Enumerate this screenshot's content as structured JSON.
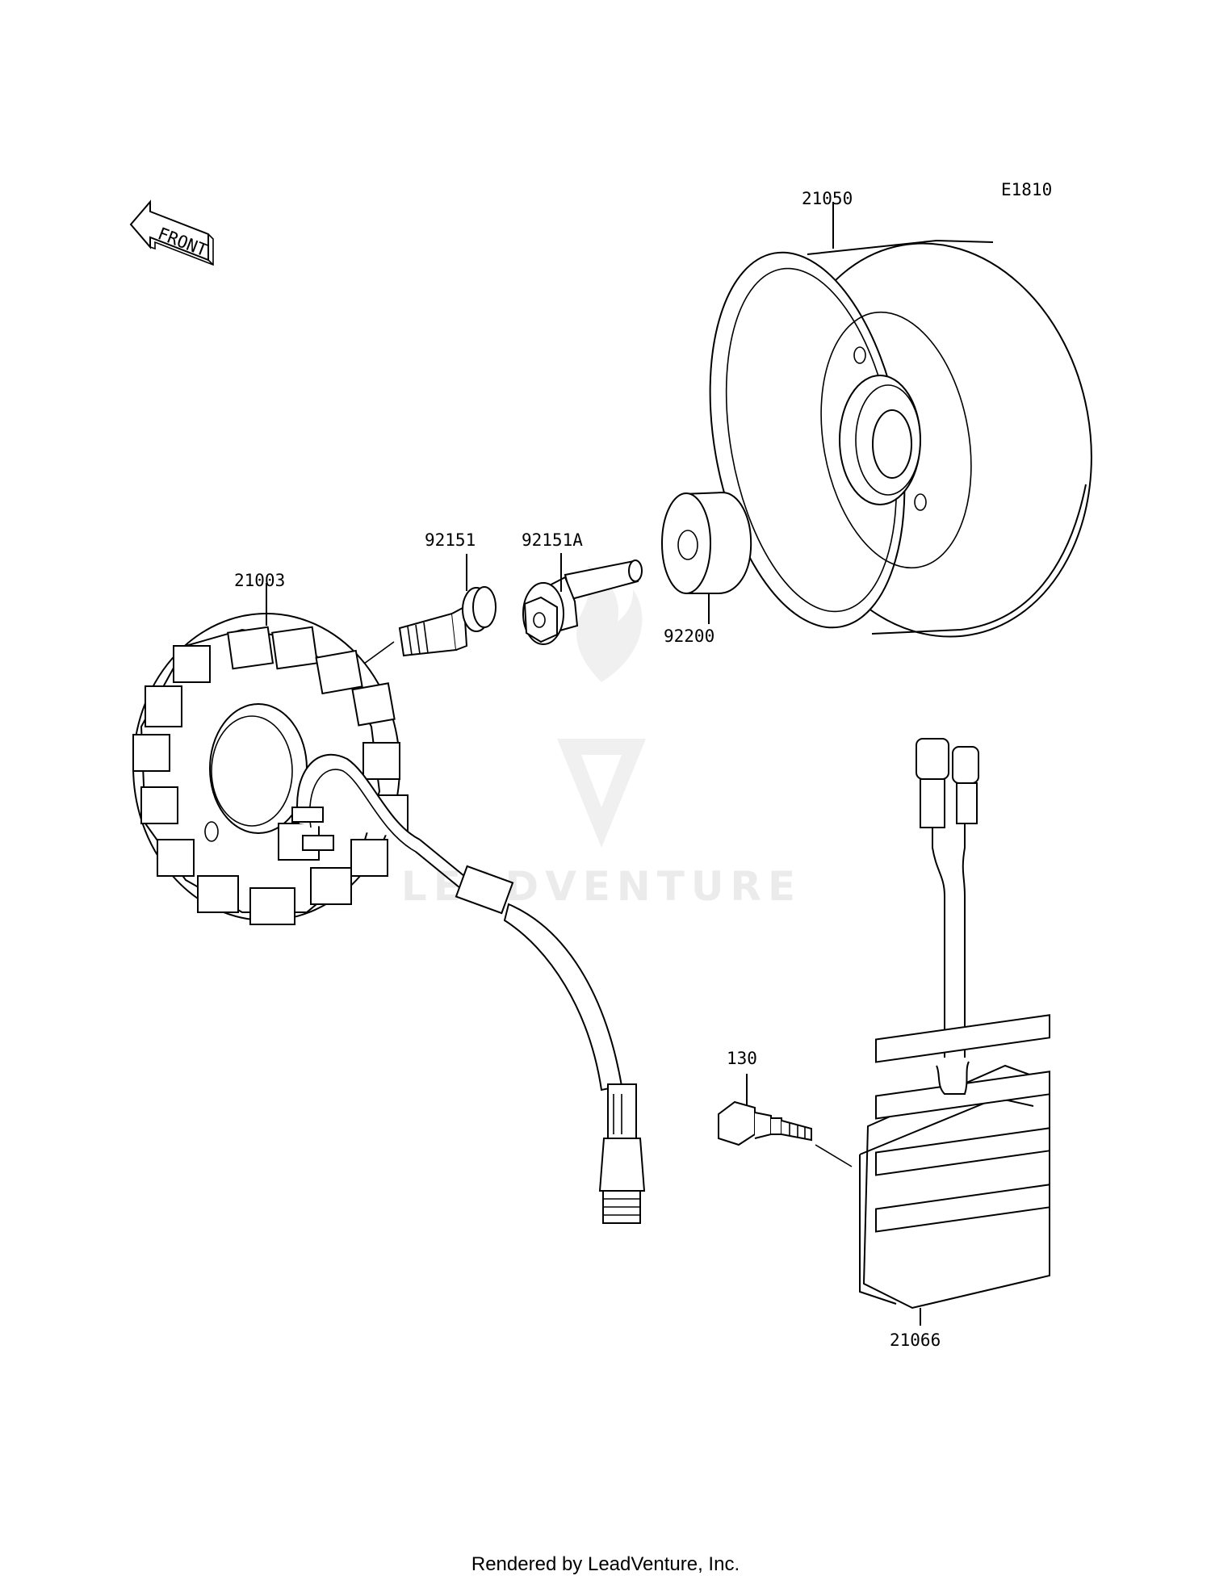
{
  "diagram": {
    "code": "E1810",
    "front_label": "FRONT",
    "watermark": "LEADVENTURE",
    "parts": [
      {
        "number": "21050"
      },
      {
        "number": "92151"
      },
      {
        "number": "92151A"
      },
      {
        "number": "92200"
      },
      {
        "number": "21003"
      },
      {
        "number": "130"
      },
      {
        "number": "21066"
      }
    ]
  },
  "footer": {
    "text": "Rendered by LeadVenture, Inc."
  }
}
